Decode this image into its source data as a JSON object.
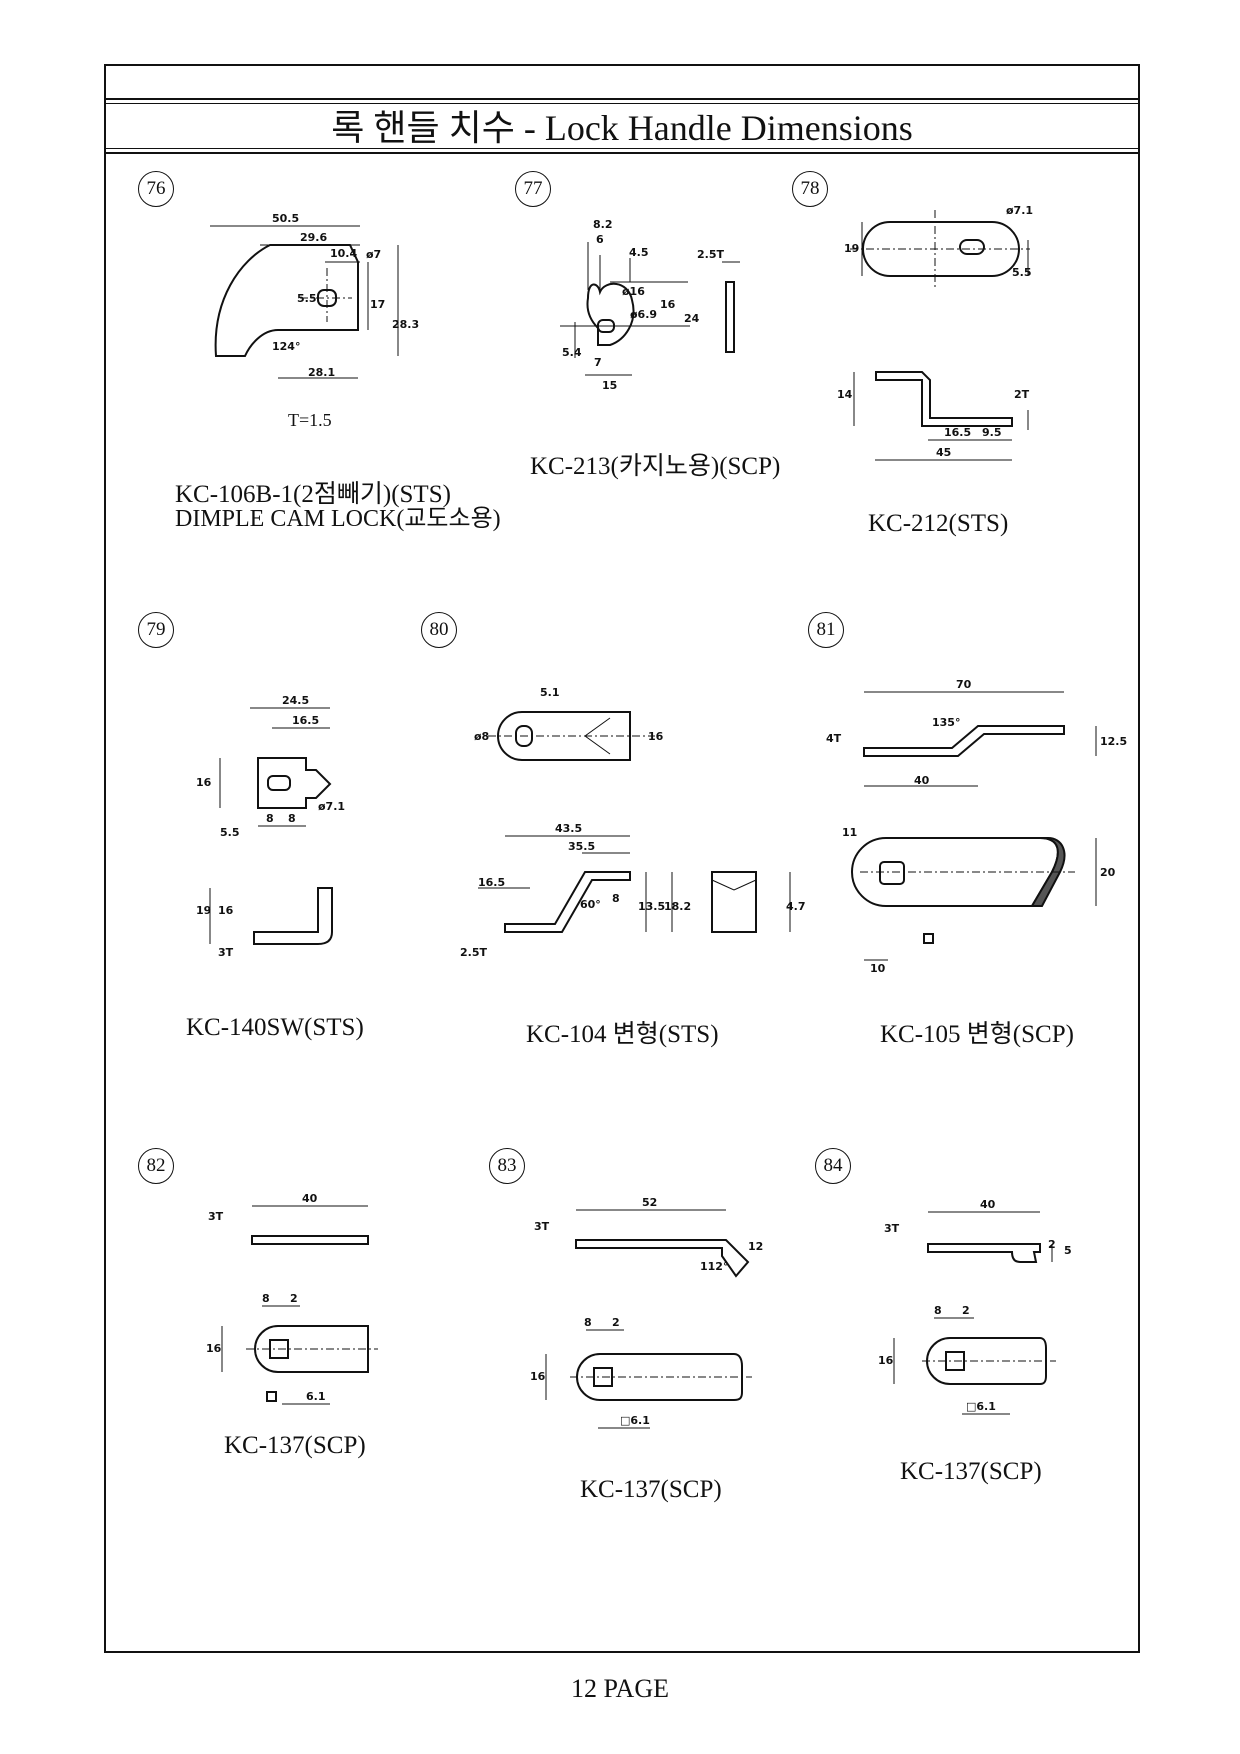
{
  "header": {
    "title": "록 핸들 치수 - Lock Handle Dimensions"
  },
  "items": [
    {
      "num": "76",
      "label": "KC-106B-1(2점빼기)(STS)",
      "label2": "DIMPLE CAM LOCK(교도소용)",
      "note": "T=1.5",
      "dims": [
        "50.5",
        "29.6",
        "10.4",
        "ø7",
        "5.5",
        "17",
        "28.3",
        "124°",
        "28.1"
      ]
    },
    {
      "num": "77",
      "label": "KC-213(카지노용)(SCP)",
      "dims": [
        "8.2",
        "6",
        "4.5",
        "2.5T",
        "ø16",
        "ø6.9",
        "16",
        "24",
        "5.4",
        "7",
        "15"
      ]
    },
    {
      "num": "78",
      "label": "KC-212(STS)",
      "dims": [
        "19",
        "ø7.1",
        "5.5",
        "14",
        "2T",
        "16.5",
        "9.5",
        "45"
      ]
    },
    {
      "num": "79",
      "label": "KC-140SW(STS)",
      "dims": [
        "24.5",
        "16.5",
        "16",
        "5.5",
        "8",
        "8",
        "ø7.1",
        "19",
        "16",
        "3T"
      ]
    },
    {
      "num": "80",
      "label": "KC-104 변형(STS)",
      "dims": [
        "5.1",
        "ø8",
        "16",
        "43.5",
        "35.5",
        "16.5",
        "60°",
        "8",
        "13.5",
        "18.2",
        "2.5T",
        "4.7"
      ]
    },
    {
      "num": "81",
      "label": "KC-105 변형(SCP)",
      "dims": [
        "70",
        "4T",
        "135°",
        "12.5",
        "40",
        "11",
        "20",
        "10"
      ]
    },
    {
      "num": "82",
      "label": "KC-137(SCP)",
      "dims": [
        "3T",
        "40",
        "8",
        "2",
        "16",
        "6.1"
      ]
    },
    {
      "num": "83",
      "label": "KC-137(SCP)",
      "dims": [
        "3T",
        "52",
        "12",
        "112°",
        "8",
        "2",
        "16",
        "□6.1"
      ]
    },
    {
      "num": "84",
      "label": "KC-137(SCP)",
      "dims": [
        "3T",
        "40",
        "2",
        "5",
        "8",
        "2",
        "16",
        "□6.1"
      ]
    }
  ],
  "footer": {
    "page": "12 PAGE"
  }
}
